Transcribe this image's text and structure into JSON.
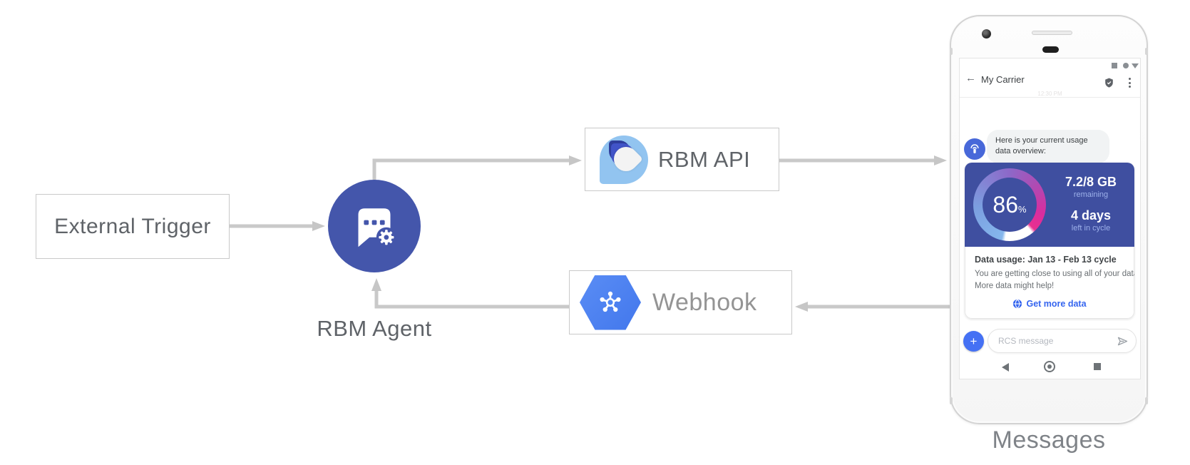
{
  "diagram": {
    "nodes": {
      "external_trigger": {
        "label": "External Trigger"
      },
      "rbm_agent": {
        "label": "RBM Agent"
      },
      "rbm_api": {
        "label": "RBM API"
      },
      "webhook": {
        "label": "Webhook"
      }
    },
    "phone_caption": "Messages",
    "colors": {
      "agent_circle_blue": "#4456AB",
      "arrow_gray": "#c9c9c9",
      "webhook_hexagon_blue": "#4f86f2",
      "rbm_logo_light_blue": "#92c4f0",
      "rbm_logo_dark_blue": "#2e3e9c"
    }
  },
  "phone": {
    "status_icons": [
      "square-icon",
      "circle-icon",
      "triangle-icon"
    ],
    "header": {
      "back_glyph": "←",
      "title": "My Carrier",
      "verified_icon": "shield-check-icon",
      "menu_icon": "three-dot-menu-icon"
    },
    "timestamp": "12:30 PM",
    "chat": {
      "avatar_icon": "hotspot-icon",
      "bubble_text": "Here is your current usage data overview:"
    },
    "usage_card": {
      "percent_value": "86",
      "percent_unit": "%",
      "data_fraction": "7.2/8 GB",
      "remaining_label": "remaining",
      "days_value": "4 days",
      "days_label": "left in cycle",
      "title": "Data usage: Jan 13 - Feb 13 cycle",
      "body_line1": "You are getting close to using all of your data.",
      "body_line2": "More data might help!",
      "cta_label": "Get more data",
      "cta_icon": "globe-icon",
      "card_blue": "#3F4FA0",
      "cta_blue": "#3565ef",
      "gauge_colors": [
        "#85b7ed",
        "#7b9fe0",
        "#8d68c8",
        "#d92d9f",
        "#e8308f"
      ]
    },
    "compose": {
      "plus_glyph": "+",
      "placeholder": "RCS message",
      "send_icon": "send-icon"
    },
    "nav_icons": [
      "nav-back-icon",
      "nav-home-icon",
      "nav-recents-icon"
    ]
  }
}
